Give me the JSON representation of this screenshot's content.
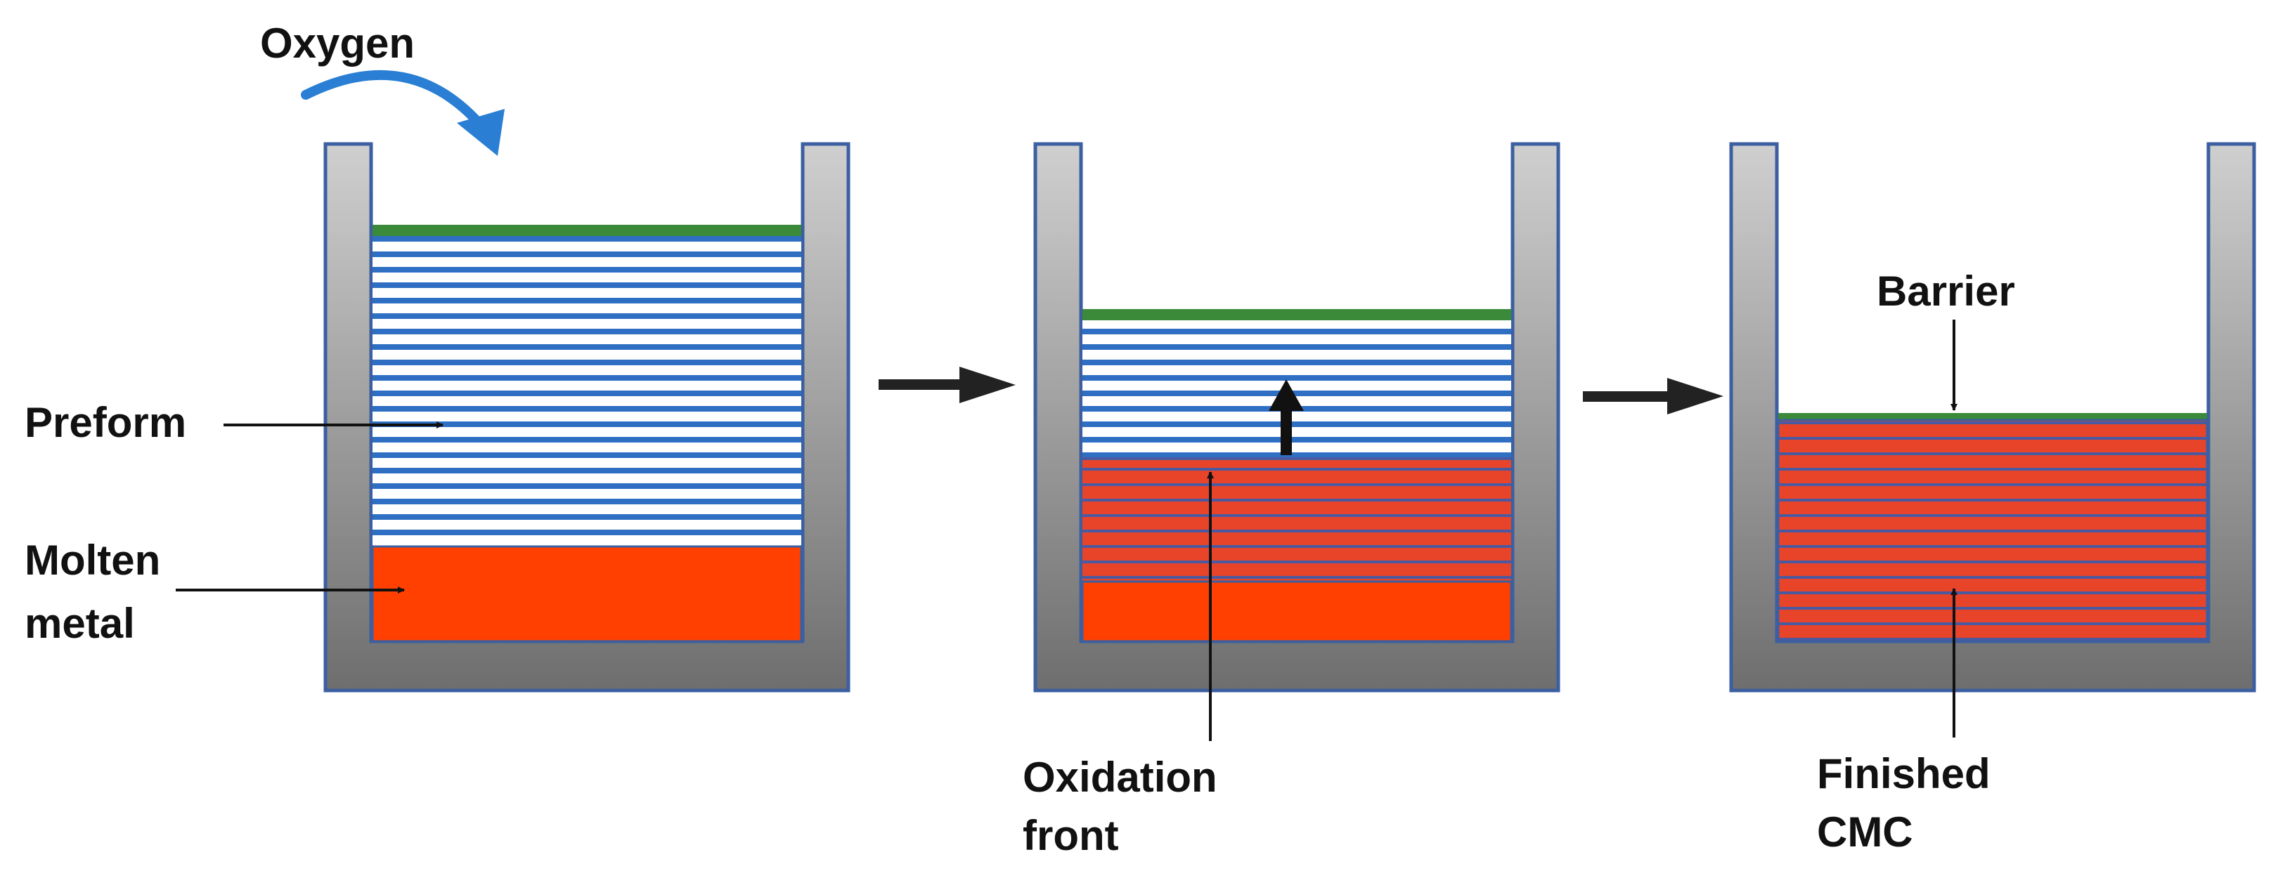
{
  "labels": {
    "oxygen": "Oxygen",
    "preform": "Preform",
    "molten_line1": "Molten",
    "molten_line2": "metal",
    "oxidation_line1": "Oxidation",
    "oxidation_line2": "front",
    "barrier": "Barrier",
    "finished_line1": "Finished",
    "finished_line2": "CMC"
  },
  "colors": {
    "crucible_border": "#3b5fa0",
    "preform_stripe": "#2e6fc4",
    "barrier": "#3a8a3a",
    "molten_metal": "#ff4000",
    "composite_stripe": "#e8442a",
    "composite_line": "#4a5aa0",
    "arrow": "#222222",
    "oxygen_arrow": "#2a7fd4"
  },
  "stages": [
    {
      "id": "stage-1",
      "preform_fraction": 0.72,
      "molten_fraction": 0.28
    },
    {
      "id": "stage-2",
      "preform_fraction": 0.43,
      "composite_fraction": 0.385,
      "molten_fraction": 0.185
    },
    {
      "id": "stage-3",
      "composite_fraction": 1.0
    }
  ]
}
